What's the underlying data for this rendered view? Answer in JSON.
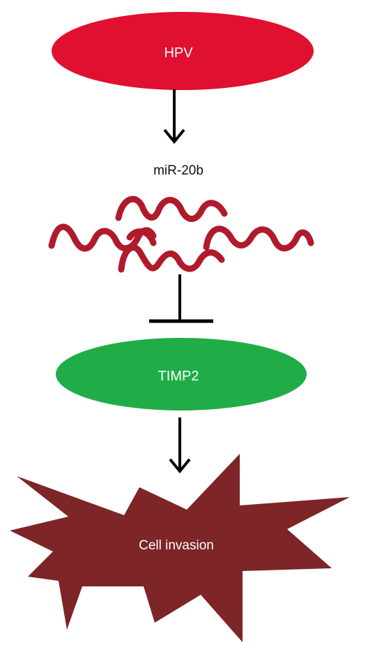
{
  "nodes": {
    "hpv": {
      "label": "HPV",
      "color": "#e01030",
      "text_color": "#ffffff"
    },
    "mirna": {
      "label": "miR-20b",
      "color": "#b01b2c",
      "text_color": "#111111"
    },
    "timp2": {
      "label": "TIMP2",
      "color": "#20ad48",
      "text_color": "#ffffff"
    },
    "invasion": {
      "label": "Cell invasion",
      "color": "#7d2527",
      "text_color": "#ffffff"
    }
  },
  "edges": [
    {
      "from": "HPV",
      "to": "miR-20b",
      "type": "activation-arrow"
    },
    {
      "from": "miR-20b",
      "to": "TIMP2",
      "type": "inhibition-bar"
    },
    {
      "from": "TIMP2",
      "to": "Cell invasion",
      "type": "activation-arrow"
    }
  ],
  "icons": {
    "mirna_strands": "rna-strands-icon"
  }
}
